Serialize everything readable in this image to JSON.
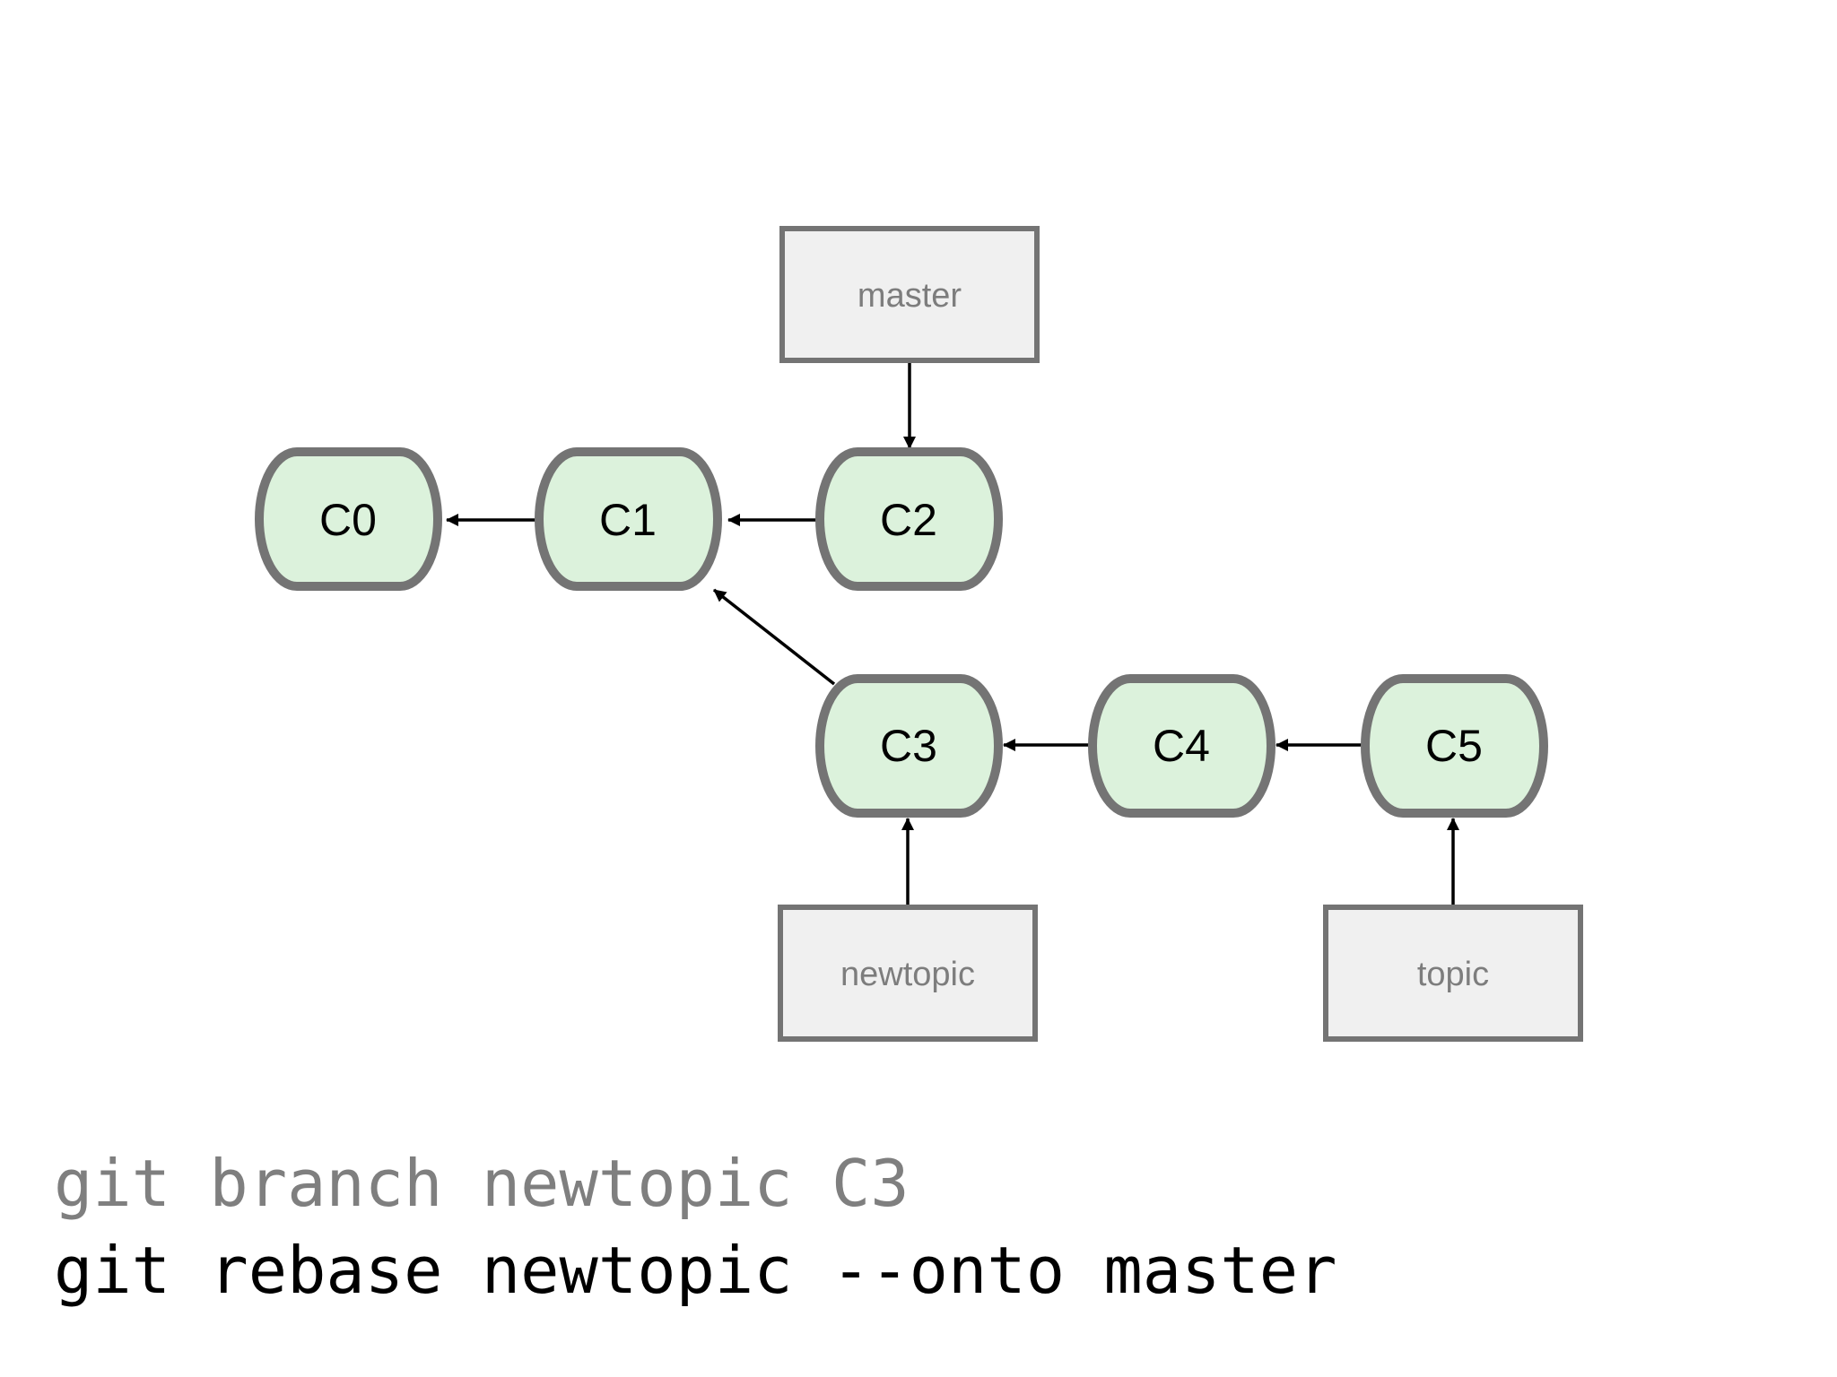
{
  "diagram": {
    "commits": [
      {
        "id": "c0",
        "label": "C0"
      },
      {
        "id": "c1",
        "label": "C1"
      },
      {
        "id": "c2",
        "label": "C2"
      },
      {
        "id": "c3",
        "label": "C3"
      },
      {
        "id": "c4",
        "label": "C4"
      },
      {
        "id": "c5",
        "label": "C5"
      }
    ],
    "parent_links": [
      {
        "from": "C1",
        "to": "C0"
      },
      {
        "from": "C2",
        "to": "C1"
      },
      {
        "from": "C3",
        "to": "C1"
      },
      {
        "from": "C4",
        "to": "C3"
      },
      {
        "from": "C5",
        "to": "C4"
      }
    ],
    "branches": [
      {
        "id": "master",
        "label": "master",
        "points_to": "C2"
      },
      {
        "id": "newtopic",
        "label": "newtopic",
        "points_to": "C3"
      },
      {
        "id": "topic",
        "label": "topic",
        "points_to": "C5"
      }
    ]
  },
  "commands": [
    {
      "text": "git branch newtopic C3",
      "state": "muted"
    },
    {
      "text": "git rebase newtopic --onto master",
      "state": "active"
    }
  ],
  "colors": {
    "commit_fill": "#dcf2dc",
    "commit_border": "#747474",
    "branch_fill": "#f0f0f0",
    "branch_text": "#7d7d7d",
    "command_muted": "#7f7f7f",
    "command_active": "#000000"
  }
}
